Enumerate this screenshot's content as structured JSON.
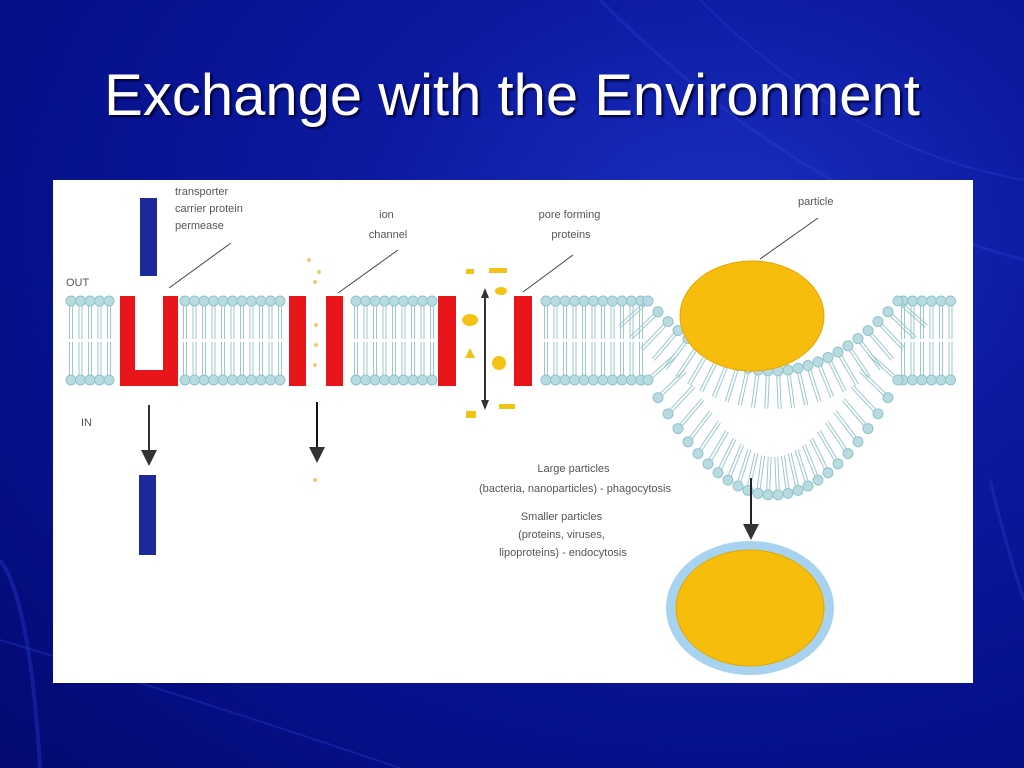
{
  "slide": {
    "title": "Exchange with the Environment"
  },
  "diagram": {
    "side_out": "OUT",
    "side_in": "IN",
    "transporter_label": [
      "transporter",
      "carrier protein",
      "permease"
    ],
    "ion_channel_label": [
      "ion",
      "channel"
    ],
    "pore_label": [
      "pore forming",
      "proteins"
    ],
    "particle_label": "particle",
    "large_particles": [
      "Large particles",
      "(bacteria, nanoparticles) - phagocytosis"
    ],
    "smaller_particles": [
      "Smaller particles",
      "(proteins, viruses,",
      "lipoproteins) - endocytosis"
    ],
    "colors": {
      "background": "#0c1aa0",
      "protein_red": "#e8151b",
      "transported_blue": "#1d2a9c",
      "particle_yellow": "#f7bd0c",
      "lipid_head": "#b8dbe0",
      "vesicle_ring": "#a8d3f0"
    }
  }
}
